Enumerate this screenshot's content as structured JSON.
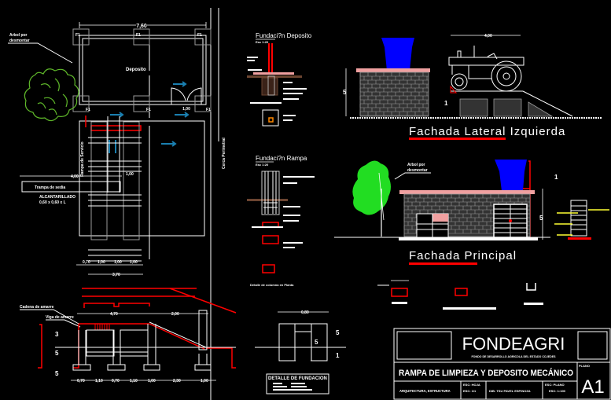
{
  "colors": {
    "background": "#000000",
    "line": "#ffffff",
    "accent_red": "#ff0000",
    "tank_blue": "#0000ff",
    "arrow_blue": "#1a7fb0",
    "tree_green": "#5fb82a",
    "tree_bright_green": "#22dd22",
    "slab_pink": "#f0a0a0",
    "brick_gray": "#9a9a9a",
    "soil_brown": "#6b4430",
    "yellow": "#ffff33"
  },
  "plan": {
    "overall_width_dim": "7,60",
    "room_label": "Deposito",
    "footing_tags": [
      "F1",
      "F1",
      "F1",
      "F1",
      "F1",
      "F1"
    ],
    "tree_callout": [
      "Arbol por",
      "desmontar"
    ],
    "ramp_label": "Rampa de Servicio",
    "channel_label": "Trampa de sedia",
    "culvert_label": [
      "ALCANTARILLADO",
      "0,60 x 0,60 x L"
    ],
    "perimeter_label": "Cerca Perimetral",
    "door_dim": "1,00",
    "left_dim": "4,00",
    "mid_dim": "1,00",
    "bottom_dims": [
      "0,70",
      "1,00",
      "1,00",
      "1,00"
    ],
    "bottom_total": "3,70"
  },
  "section": {
    "callout_top": "Cadena de amarre",
    "callout_left": "Viga de amarre",
    "top_dims": [
      "4,70",
      "2,00"
    ],
    "vertical_labels": [
      "3",
      "5",
      "5"
    ],
    "bottom_dims": [
      "0,70",
      "1,10",
      "0,70",
      "1,10",
      "1,00",
      "2,30",
      "1,00"
    ]
  },
  "foundation_deposito": {
    "title": "Fundaci?n Deposito",
    "scale": "Esc 1:20"
  },
  "foundation_rampa": {
    "title": "Fundaci?n Rampa",
    "scale": "Esc 1:20",
    "caption": "Detalle de columna en Planta"
  },
  "detail_fundacion": {
    "title": "DETALLE DE FUNDACION",
    "dim_top": "0,80",
    "dim_right": [
      "5",
      "1"
    ]
  },
  "elevation_lateral": {
    "title": "Fachada Lateral Izquierda",
    "tractor_dim": "4,00",
    "height_dims": [
      "5",
      "1"
    ]
  },
  "elevation_principal": {
    "title": "Fachada Principal",
    "tree_callout": [
      "Arbol por",
      "desmontar"
    ],
    "height_dims": [
      "5",
      "1"
    ]
  },
  "title_block": {
    "brand": "FONDEAGRI",
    "brand_subtitle": "FONDO DE DESARROLLO AGRICOLA DEL ESTADO COJEDES",
    "project_title": "RAMPA DE LIMPIEZA Y DEPOSITO MECÁNICO",
    "plano_label": "PLANO",
    "sheet_number": "A1",
    "discipline": "ARQUITECTURA, ESTRUCTURA",
    "sheet_label": "ESC: HOJA",
    "sheet_value": "ESC: 1/1",
    "designer": "DIB: TSU PAVEL ESPINOZA",
    "plan_label": "ESC: PLANO",
    "plan_value": "ESC: 1:100"
  }
}
